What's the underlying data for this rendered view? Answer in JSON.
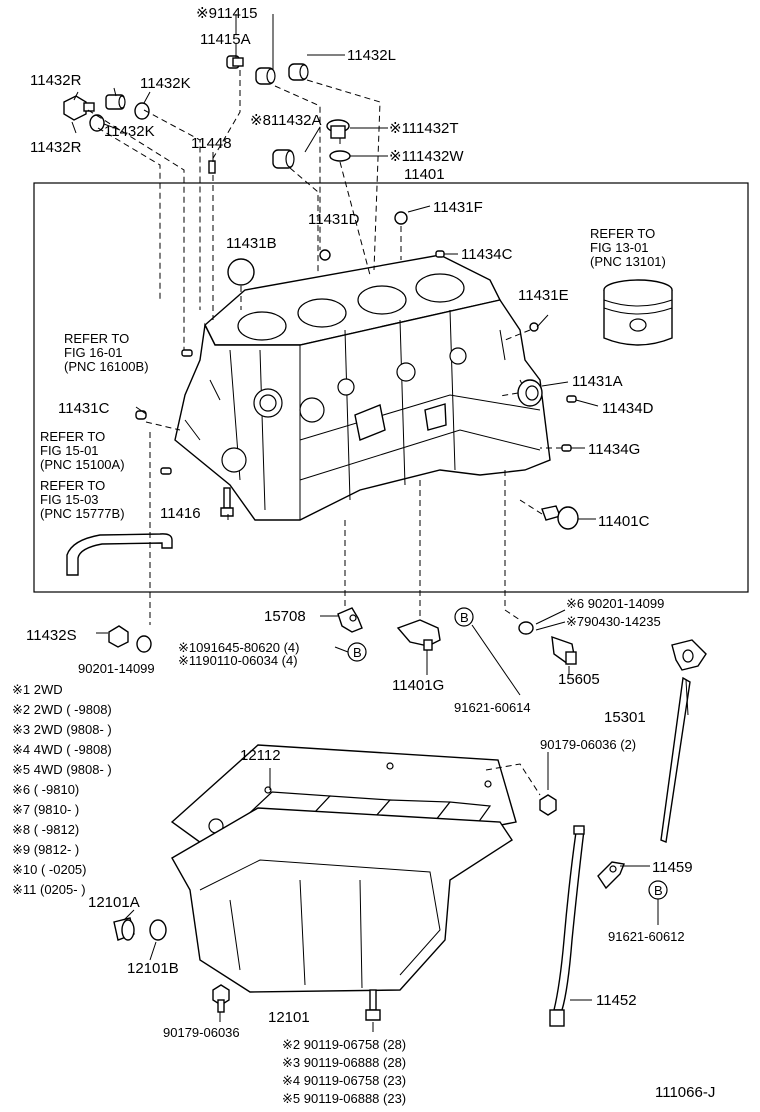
{
  "labels": {
    "p911415": "※911415",
    "p11415A": "11415A",
    "p11432L": "11432L",
    "p11432R_a": "11432R",
    "p11432K_a": "11432K",
    "p11432A": "※811432A",
    "p11432T": "※111432T",
    "p11432R_b": "11432R",
    "p11432K_b": "11432K",
    "p11448": "11448",
    "p11432W": "※111432W",
    "p11401": "11401",
    "p11431F": "11431F",
    "p11431D": "11431D",
    "p11431B": "11431B",
    "p11434C": "11434C",
    "p11431E": "11431E",
    "p11431A": "11431A",
    "p11434D": "11434D",
    "p11431C": "11431C",
    "p11434G": "11434G",
    "p11416": "11416",
    "p11401C": "11401C",
    "p15708": "15708",
    "p11432S": "11432S",
    "p90201_left": "90201-14099",
    "p91645": "※1091645-80620 (4)",
    "p90110": "※1190110-06034 (4)",
    "p11401G": "11401G",
    "p91621_60614": "91621-60614",
    "p90201_right": "※6 90201-14099",
    "p90430": "※790430-14235",
    "p15605": "15605",
    "p15301": "15301",
    "p12112": "12112",
    "p90179_2": "90179-06036 (2)",
    "p11459": "11459",
    "p12101A": "12101A",
    "p12101B": "12101B",
    "p91621_60612": "91621-60612",
    "p11452": "11452",
    "p12101": "12101",
    "p90179": "90179-06036",
    "b1": "B",
    "b2": "B",
    "b3": "B"
  },
  "refs": {
    "fig13": [
      "REFER TO",
      "FIG 13-01",
      "(PNC 13101)"
    ],
    "fig16": [
      "REFER TO",
      "FIG 16-01",
      "(PNC 16100B)"
    ],
    "fig15a": [
      "REFER TO",
      "FIG 15-01",
      "(PNC 15100A)"
    ],
    "fig15b": [
      "REFER TO",
      "FIG 15-03",
      "(PNC 15777B)"
    ]
  },
  "legend": [
    "※1  2WD",
    "※2  2WD  (     -9808)",
    "※3  2WD  (9808-     )",
    "※4  4WD  (     -9808)",
    "※5  4WD  (9808-     )",
    "※6  (     -9810)",
    "※7  (9810-     )",
    "※8  (     -9812)",
    "※9  (9812-     )",
    "※10 (     -0205)",
    "※11 (0205-     )"
  ],
  "bolts": [
    "※2  90119-06758 (28)",
    "※3  90119-06888 (28)",
    "※4  90119-06758 (23)",
    "※5  90119-06888 (23)"
  ],
  "diagram_id": "111066-J"
}
